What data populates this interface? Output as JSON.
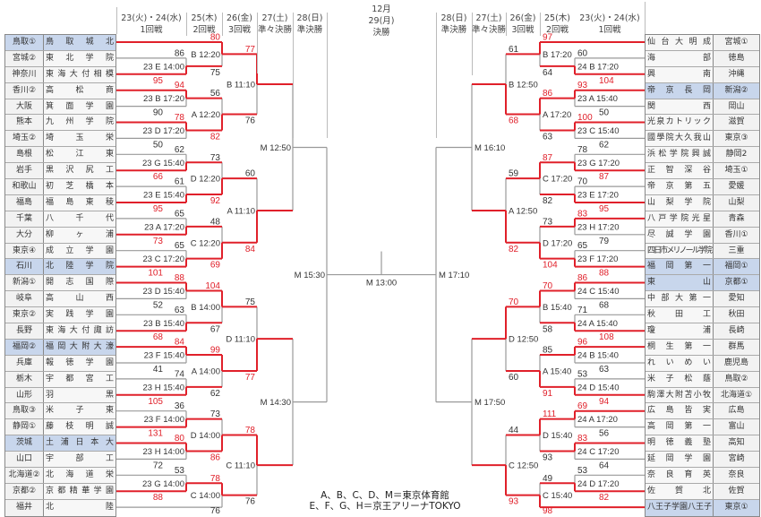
{
  "header": {
    "left_columns": [
      {
        "date": "23(火)・24(水)",
        "round": "1回戦"
      },
      {
        "date": "25(木)",
        "round": "2回戦"
      },
      {
        "date": "26(金)",
        "round": "3回戦"
      },
      {
        "date": "27(土)",
        "round": "準々決勝"
      },
      {
        "date": "28(日)",
        "round": "準決勝"
      }
    ],
    "final": {
      "month": "12月",
      "date": "29(月)",
      "round": "決勝"
    },
    "right_columns": [
      {
        "date": "28(日)",
        "round": "準決勝"
      },
      {
        "date": "27(土)",
        "round": "準々決勝"
      },
      {
        "date": "26(金)",
        "round": "3回戦"
      },
      {
        "date": "25(木)",
        "round": "2回戦"
      },
      {
        "date": "23(火)・24(水)",
        "round": "1回戦"
      }
    ]
  },
  "colors": {
    "win": "#e0202a",
    "line": "#999999",
    "highlight": "#c8d6ec"
  },
  "left": {
    "teams": [
      {
        "pref": "鳥取①",
        "school": "鳥取城北",
        "highlight": true
      },
      {
        "pref": "宮城②",
        "school": "東北学院"
      },
      {
        "pref": "神奈川",
        "school": "東海大付相模"
      },
      {
        "pref": "香川②",
        "school": "高松商"
      },
      {
        "pref": "大阪",
        "school": "箕面学園"
      },
      {
        "pref": "熊本",
        "school": "九州学院"
      },
      {
        "pref": "埼玉②",
        "school": "埼玉栄"
      },
      {
        "pref": "島根",
        "school": "松江東"
      },
      {
        "pref": "岩手",
        "school": "黒沢尻工"
      },
      {
        "pref": "和歌山",
        "school": "初芝橋本"
      },
      {
        "pref": "福島",
        "school": "福島東稜"
      },
      {
        "pref": "千葉",
        "school": "八千代"
      },
      {
        "pref": "大分",
        "school": "柳ヶ浦"
      },
      {
        "pref": "東京④",
        "school": "成立学園"
      },
      {
        "pref": "石川",
        "school": "北陸学院",
        "highlight": true
      },
      {
        "pref": "新潟①",
        "school": "開志国際"
      },
      {
        "pref": "岐阜",
        "school": "高山西"
      },
      {
        "pref": "東京②",
        "school": "実践学園"
      },
      {
        "pref": "長野",
        "school": "東海大付諏訪"
      },
      {
        "pref": "福岡②",
        "school": "福岡大附大濠",
        "highlight": true
      },
      {
        "pref": "兵庫",
        "school": "報徳学園"
      },
      {
        "pref": "栃木",
        "school": "宇都宮工"
      },
      {
        "pref": "山形",
        "school": "羽黒"
      },
      {
        "pref": "鳥取③",
        "school": "米子東"
      },
      {
        "pref": "静岡①",
        "school": "藤枝明誠"
      },
      {
        "pref": "茨城",
        "school": "土浦日本大",
        "highlight": true
      },
      {
        "pref": "山口",
        "school": "宇部工"
      },
      {
        "pref": "北海道②",
        "school": "北海道栄"
      },
      {
        "pref": "京都②",
        "school": "京都精華学園"
      },
      {
        "pref": "福井",
        "school": "北陸"
      }
    ],
    "round1": [
      {
        "label": "23 E 14:00",
        "scores": [
          "86",
          "95"
        ],
        "win": 1
      },
      {
        "label": "23 B 17:20",
        "scores": [
          "94",
          "90"
        ],
        "win": 0
      },
      {
        "label": "23 D 17:20",
        "scores": [
          "78",
          "50"
        ],
        "win": 0
      },
      {
        "label": "23 G 15:40",
        "scores": [
          "62",
          "66"
        ],
        "win": 1
      },
      {
        "label": "23 E 15:40",
        "scores": [
          "61",
          "95"
        ],
        "win": 1
      },
      {
        "label": "23 A 17:20",
        "scores": [
          "65",
          "73"
        ],
        "win": 1
      },
      {
        "label": "23 C 17:20",
        "scores": [
          "65",
          "101"
        ],
        "win": 1
      },
      {
        "label": "23 D 15:40",
        "scores": [
          "88",
          "52"
        ],
        "win": 0
      },
      {
        "label": "23 B 15:40",
        "scores": [
          "63",
          "68"
        ],
        "win": 1
      },
      {
        "label": "23 F 15:40",
        "scores": [
          "84",
          "41"
        ],
        "win": 0
      },
      {
        "label": "23 H 15:40",
        "scores": [
          "74",
          "105"
        ],
        "win": 1
      },
      {
        "label": "23 F 14:00",
        "scores": [
          "36",
          "131"
        ],
        "win": 1
      },
      {
        "label": "23 H 14:00",
        "scores": [
          "80",
          "72"
        ],
        "win": 0
      },
      {
        "label": "23 G 14:00",
        "scores": [
          "53",
          "88"
        ],
        "win": 1
      }
    ],
    "round2": [
      {
        "label": "B 12:20",
        "scores": [
          "80",
          "75"
        ],
        "win": 0
      },
      {
        "label": "A 12:20",
        "scores": [
          "56",
          "82"
        ],
        "win": 1
      },
      {
        "label": "D 12:20",
        "scores": [
          "73",
          "92"
        ],
        "win": 1
      },
      {
        "label": "C 12:20",
        "scores": [
          "48",
          "69"
        ],
        "win": 1
      },
      {
        "label": "B 14:00",
        "scores": [
          "104",
          "67"
        ],
        "win": 0
      },
      {
        "label": "A 14:00",
        "scores": [
          "99",
          "62"
        ],
        "win": 0
      },
      {
        "label": "D 14:00",
        "scores": [
          "73",
          "86"
        ],
        "win": 1
      },
      {
        "label": "C 14:00",
        "scores": [
          "78",
          "76"
        ],
        "win": 0
      }
    ],
    "round3": [
      {
        "label": "B 11:10",
        "scores": [
          "77",
          "76"
        ],
        "win": 0
      },
      {
        "label": "A 11:10",
        "scores": [
          "60",
          "84"
        ],
        "win": 1
      },
      {
        "label": "D 11:10",
        "scores": [
          "75",
          "77"
        ],
        "win": 1
      },
      {
        "label": "C 11:10",
        "scores": [
          "78",
          "76"
        ],
        "win": 0
      }
    ],
    "quarterfinal": [
      {
        "label": "M 12:50"
      },
      {
        "label": "M 14:30"
      }
    ],
    "semifinal": [
      {
        "label": "M 15:30"
      }
    ]
  },
  "right": {
    "teams": [
      {
        "pref": "宮城①",
        "school": "仙台大明成"
      },
      {
        "pref": "徳島",
        "school": "海部"
      },
      {
        "pref": "沖縄",
        "school": "興南"
      },
      {
        "pref": "新潟②",
        "school": "帝京長岡",
        "highlight": true
      },
      {
        "pref": "岡山",
        "school": "関西"
      },
      {
        "pref": "滋賀",
        "school": "光泉カトリック"
      },
      {
        "pref": "東京③",
        "school": "國學院大久我山"
      },
      {
        "pref": "静岡2",
        "school": "浜松学院興誠"
      },
      {
        "pref": "埼玉①",
        "school": "正智深谷"
      },
      {
        "pref": "愛媛",
        "school": "帝京第五"
      },
      {
        "pref": "山梨",
        "school": "山梨学院"
      },
      {
        "pref": "青森",
        "school": "八戸学院光星"
      },
      {
        "pref": "香川①",
        "school": "尽誠学園"
      },
      {
        "pref": "三重",
        "school": "四日市メリノール学院"
      },
      {
        "pref": "福岡①",
        "school": "福岡第一",
        "highlight": true
      },
      {
        "pref": "京都①",
        "school": "東山",
        "highlight": true
      },
      {
        "pref": "愛知",
        "school": "中部大第一"
      },
      {
        "pref": "秋田",
        "school": "秋田工"
      },
      {
        "pref": "長崎",
        "school": "瓊浦"
      },
      {
        "pref": "群馬",
        "school": "桐生第一"
      },
      {
        "pref": "鹿児島",
        "school": "れいめい"
      },
      {
        "pref": "鳥取②",
        "school": "米子松蔭"
      },
      {
        "pref": "北海道①",
        "school": "駒澤大附苫小牧"
      },
      {
        "pref": "広島",
        "school": "広島皆実"
      },
      {
        "pref": "富山",
        "school": "高岡第一"
      },
      {
        "pref": "高知",
        "school": "明徳義塾"
      },
      {
        "pref": "宮崎",
        "school": "延岡学園"
      },
      {
        "pref": "奈良",
        "school": "奈良育英"
      },
      {
        "pref": "佐賀",
        "school": "佐賀北"
      },
      {
        "pref": "東京①",
        "school": "八王子学園八王子",
        "highlight": true
      }
    ],
    "round1": [
      {
        "label": "24 B 17:20",
        "scores": [
          "60",
          "104"
        ],
        "win": 1
      },
      {
        "label": "23 A 15:40",
        "scores": [
          "93",
          "50"
        ],
        "win": 0
      },
      {
        "label": "23 C 15:40",
        "scores": [
          "100",
          "62"
        ],
        "win": 0
      },
      {
        "label": "23 G 17:20",
        "scores": [
          "78",
          "87"
        ],
        "win": 1
      },
      {
        "label": "23 E 17:20",
        "scores": [
          "70",
          "95"
        ],
        "win": 1
      },
      {
        "label": "23 H 17:20",
        "scores": [
          "83",
          "79"
        ],
        "win": 0
      },
      {
        "label": "23 F 17:20",
        "scores": [
          "65",
          "88"
        ],
        "win": 1
      },
      {
        "label": "24 C 15:40",
        "scores": [
          "86",
          "68"
        ],
        "win": 0
      },
      {
        "label": "24 A 15:40",
        "scores": [
          "71",
          "108"
        ],
        "win": 1
      },
      {
        "label": "24 B 15:40",
        "scores": [
          "96",
          "63"
        ],
        "win": 0
      },
      {
        "label": "24 D 15:40",
        "scores": [
          "53",
          "94"
        ],
        "win": 1
      },
      {
        "label": "24 A 17:20",
        "scores": [
          "69",
          "56"
        ],
        "win": 0
      },
      {
        "label": "24 C 17:20",
        "scores": [
          "83",
          "64"
        ],
        "win": 0
      },
      {
        "label": "24 D 17:20",
        "scores": [
          "53",
          "82"
        ],
        "win": 1
      }
    ],
    "round2": [
      {
        "label": "B 17:20",
        "scores": [
          "97",
          "64"
        ],
        "win": 0
      },
      {
        "label": "A 17:20",
        "scores": [
          "86",
          "63"
        ],
        "win": 0
      },
      {
        "label": "C 17:20",
        "scores": [
          "87",
          "82"
        ],
        "win": 0
      },
      {
        "label": "D 17:20",
        "scores": [
          "73",
          "104"
        ],
        "win": 1
      },
      {
        "label": "B 15:40",
        "scores": [
          "70",
          "58"
        ],
        "win": 0
      },
      {
        "label": "A 15:40",
        "scores": [
          "85",
          "91"
        ],
        "win": 1
      },
      {
        "label": "D 15:40",
        "scores": [
          "111",
          "93"
        ],
        "win": 0
      },
      {
        "label": "C 15:40",
        "scores": [
          "49",
          "98"
        ],
        "win": 1
      }
    ],
    "round3": [
      {
        "label": "B 12:50",
        "scores": [
          "61",
          "68"
        ],
        "win": 1
      },
      {
        "label": "A 12:50",
        "scores": [
          "59",
          "82"
        ],
        "win": 1
      },
      {
        "label": "D 12:50",
        "scores": [
          "70",
          "60"
        ],
        "win": 0
      },
      {
        "label": "C 12:50",
        "scores": [
          "44",
          "93"
        ],
        "win": 1
      }
    ],
    "quarterfinal": [
      {
        "label": "M 16:10"
      },
      {
        "label": "M 17:50"
      }
    ],
    "semifinal": [
      {
        "label": "M 17:10"
      }
    ]
  },
  "final": {
    "label": "M 13:00"
  },
  "legend": [
    "A、B、C、D、M＝東京体育館",
    "E、F、G、H＝京王アリーナTOKYO"
  ]
}
